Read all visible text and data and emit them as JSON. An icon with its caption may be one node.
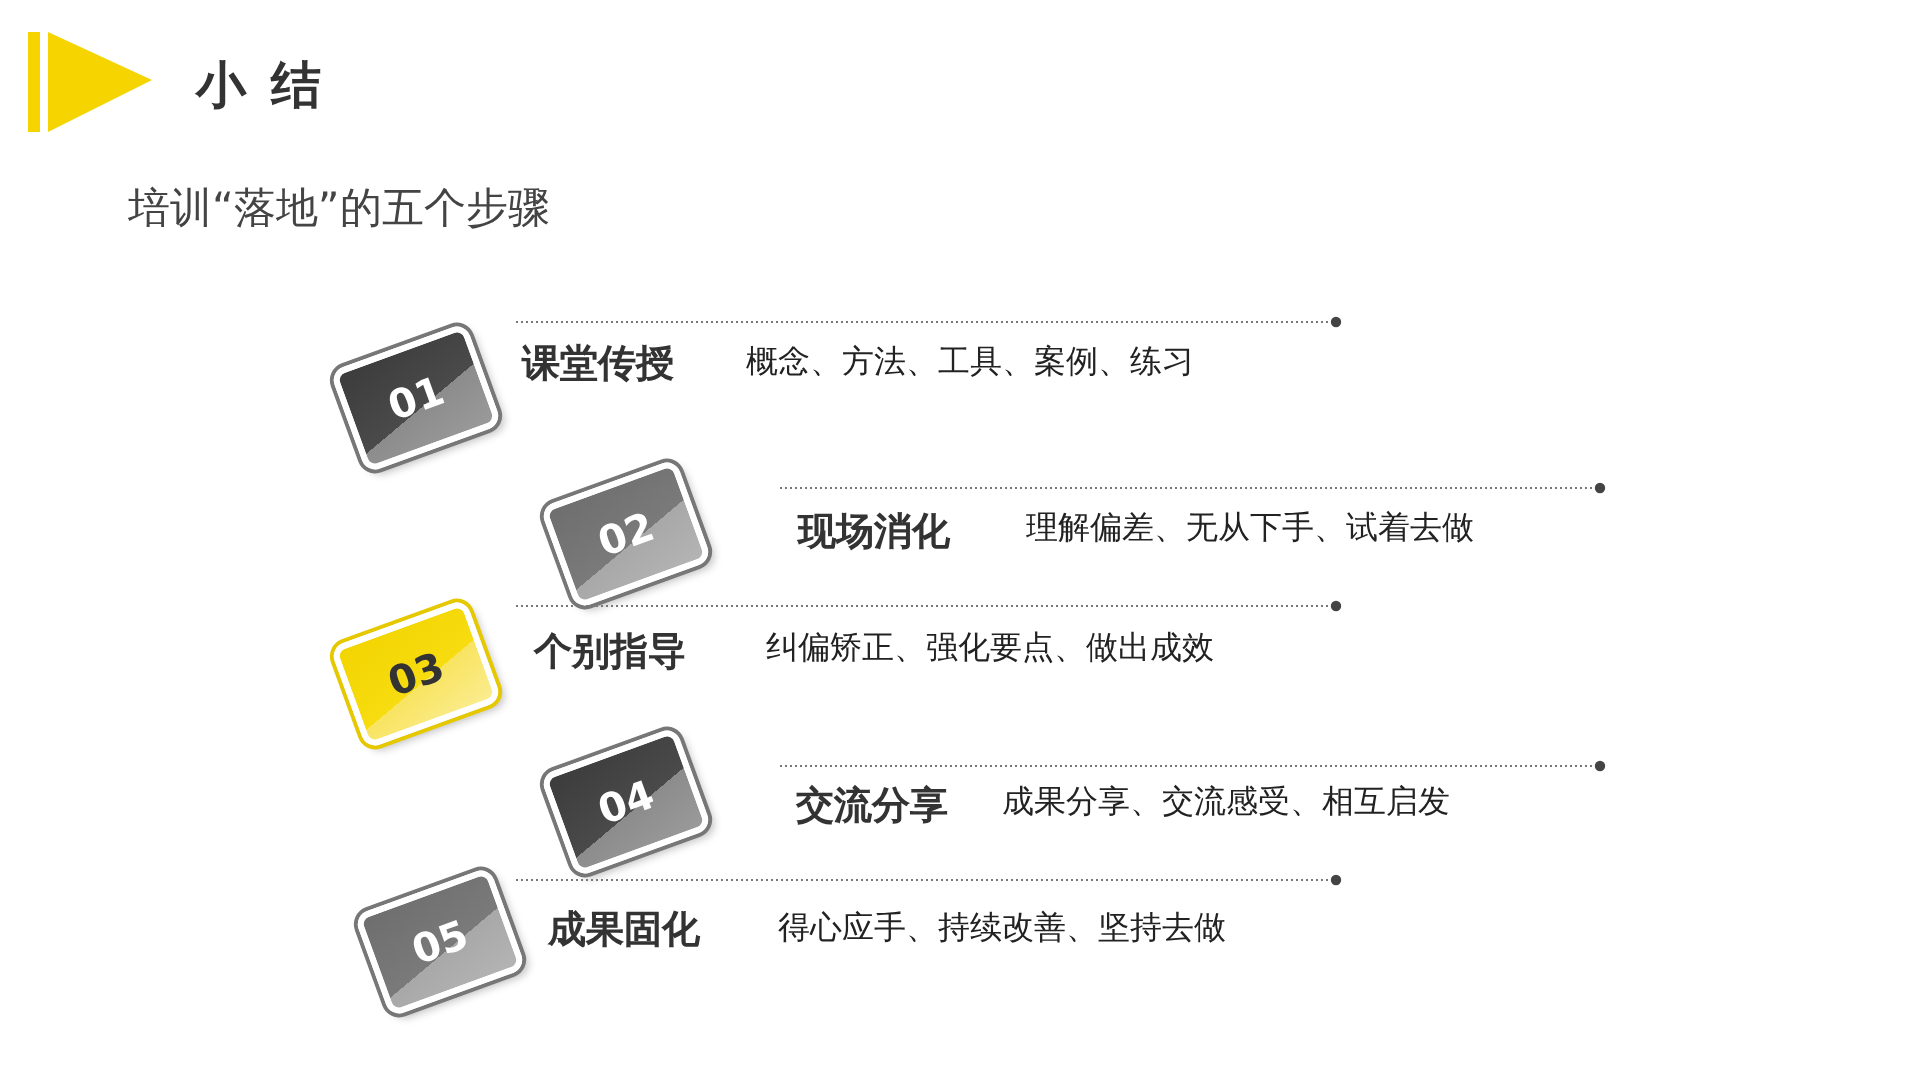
{
  "diagram": {
    "title": "小 结",
    "caption": "培训“落地”的五个步骤",
    "nodes": [
      {
        "text": [
          "01"
        ],
        "beside": [
          "课堂传授",
          "概念、方法、工具、案例、练习"
        ]
      },
      {
        "text": [
          "02"
        ],
        "beside": [
          "现场消化",
          "理解偏差、无从下手、试着去做"
        ]
      },
      {
        "text": [
          "03"
        ],
        "beside": [
          "个别指导",
          "纠偏矫正、强化要点、做出成效"
        ]
      },
      {
        "text": [
          "04"
        ],
        "beside": [
          "交流分享",
          "成果分享、交流感受、相互启发"
        ]
      },
      {
        "text": [
          "05"
        ],
        "beside": [
          "成果固化",
          "得心应手、持续改善、坚持去做"
        ]
      }
    ]
  }
}
